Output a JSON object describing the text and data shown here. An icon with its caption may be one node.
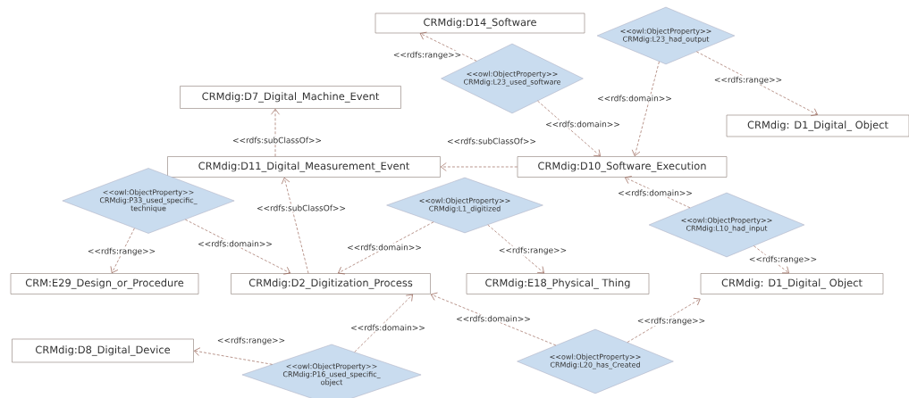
{
  "diagram": {
    "nodes": [
      {
        "text": [
          "CRMdig:D14_Software"
        ]
      },
      {
        "text": [
          "<<owl:ObjectProperty>>",
          "CRMdig:L23_had_output"
        ]
      },
      {
        "text": [
          "<<owl:ObjectProperty>>",
          "CRMdig:L23_used_software"
        ]
      },
      {
        "text": [
          "CRMdig:D7_Digital_Machine_Event"
        ]
      },
      {
        "text": [
          "CRMdig: D1_Digital_ Object"
        ]
      },
      {
        "text": [
          "CRMdig:D11_Digital_Measurement_Event"
        ]
      },
      {
        "text": [
          "CRMdig:D10_Software_Execution"
        ]
      },
      {
        "text": [
          "<<owl:ObjectProperty>>",
          "CRMdig:P33_used_specific_ technique"
        ]
      },
      {
        "text": [
          "<<owl:ObjectProperty>>",
          "CRMdig:L1_digitized"
        ]
      },
      {
        "text": [
          "<<owl:ObjectProperty>>",
          "CRMdig:L10_had_input"
        ]
      },
      {
        "text": [
          "CRM:E29_Design_or_Procedure"
        ]
      },
      {
        "text": [
          "CRMdig:D2_Digitization_Process"
        ]
      },
      {
        "text": [
          "CRMdig:E18_Physical_ Thing"
        ]
      },
      {
        "text": [
          "CRMdig: D1_Digital_ Object"
        ]
      },
      {
        "text": [
          "CRMdig:D8_Digital_Device"
        ]
      },
      {
        "text": [
          "<<owl:ObjectProperty>>",
          "CRMdig:P16_used_specific_ object"
        ]
      },
      {
        "text": [
          "<<owl:ObjectProperty>>",
          "CRMdig:L20_has_Created"
        ]
      }
    ],
    "edges": [
      {
        "from": 2,
        "to": 0,
        "arrow": "to",
        "label": "<<rdfs:range>>"
      },
      {
        "from": 2,
        "to": 6,
        "arrow": "to",
        "label": "<<rdfs:domain>>"
      },
      {
        "from": 1,
        "to": 6,
        "arrow": "to",
        "label": "<<rdfs:domain>>"
      },
      {
        "from": 1,
        "to": 4,
        "arrow": "to",
        "label": "<<rdfs:range>>"
      },
      {
        "from": 6,
        "to": 5,
        "arrow": "to",
        "label": "<<rdfs:subClassOf>>"
      },
      {
        "from": 5,
        "to": 3,
        "arrow": "to",
        "label": "<<rdfs:subClassOf>>"
      },
      {
        "from": 11,
        "to": 5,
        "arrow": "to",
        "label": "<<rdfs:subClassOf>>"
      },
      {
        "from": 7,
        "to": 10,
        "arrow": "to",
        "label": "<<rdfs:range>>"
      },
      {
        "from": 7,
        "to": 11,
        "arrow": "to",
        "label": "<<rdfs:domain>>"
      },
      {
        "from": 8,
        "to": 11,
        "arrow": "to",
        "label": "<<rdfs:domain>>"
      },
      {
        "from": 8,
        "to": 12,
        "arrow": "to",
        "label": "<<rdfs:range>>"
      },
      {
        "from": 9,
        "to": 6,
        "arrow": "to",
        "label": "<<rdfs:domain>>"
      },
      {
        "from": 9,
        "to": 13,
        "arrow": "to",
        "label": "<<rdfs:range>>"
      },
      {
        "from": 15,
        "to": 11,
        "arrow": "to",
        "label": "<<rdfs:domain>>"
      },
      {
        "from": 15,
        "to": 14,
        "arrow": "to",
        "label": "<<rdfs:range>>"
      },
      {
        "from": 16,
        "to": 11,
        "arrow": "to",
        "label": "<<rdfs:domain>>"
      },
      {
        "from": 16,
        "to": 13,
        "arrow": "to",
        "label": "<<rdfs:range>>"
      }
    ]
  }
}
